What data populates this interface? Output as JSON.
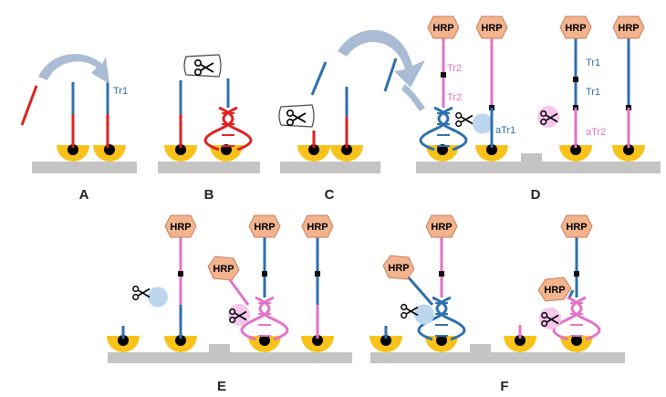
{
  "panels": {
    "a": "A",
    "b": "B",
    "c": "C",
    "d": "D",
    "e": "E",
    "f": "F"
  },
  "labels": {
    "hrp": "HRP",
    "tr1": "Tr1",
    "tr2": "Tr2",
    "atr1": "aTr1",
    "atr2": "aTr2"
  },
  "colors": {
    "red_strand": "#e02020",
    "blue_strand": "#2e6fae",
    "pink_strand": "#e272c8",
    "hrp_fill": "#f2b48e",
    "hrp_stroke": "#c87e5a",
    "bead_yellow": "#f7c21a",
    "surface_gray": "#c4c4c4",
    "arrow_fill": "#a9bcd3",
    "enzyme_blue": "#bcd6ee",
    "enzyme_pink": "#f6c7ec",
    "tr1_text": "#2e6fae",
    "tr2_text": "#e272c8"
  },
  "icons": {
    "scissors": "scissors-icon",
    "enzyme": "enzyme-icon",
    "hrp": "hrp-hexagon-icon",
    "bead": "bead-icon",
    "arrow": "curved-arrow-icon"
  }
}
